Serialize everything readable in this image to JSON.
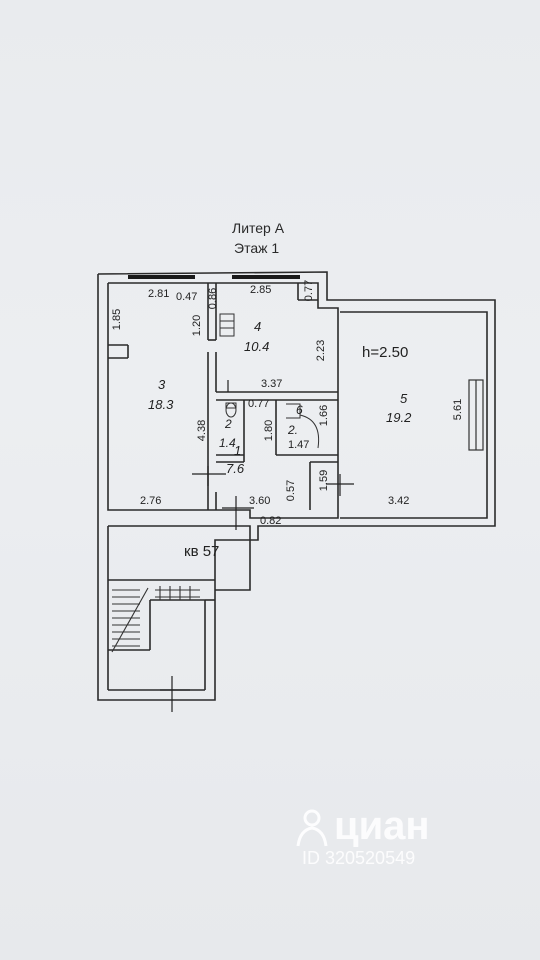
{
  "header": {
    "line1": "Литер А",
    "line2": "Этаж 1"
  },
  "ceiling_height": "h=2.50",
  "rooms": [
    {
      "number": "3",
      "area": "18.3"
    },
    {
      "number": "4",
      "area": "10.4"
    },
    {
      "number": "5",
      "area": "19.2"
    },
    {
      "number": "1",
      "area": "7.6"
    },
    {
      "number": "2",
      "area": "1.4"
    },
    {
      "number": "6",
      "area": "2."
    }
  ],
  "dimensions": {
    "d281": "2.81",
    "d047": "0.47",
    "d086": "0.86",
    "d285": "2.85",
    "d077a": "0.77",
    "d185": "1.85",
    "d120": "1.20",
    "d223": "2.23",
    "d337": "3.37",
    "d077b": "0.77",
    "d180": "1.80",
    "d166": "1.66",
    "d147": "1.47",
    "d438": "4.38",
    "d561": "5.61",
    "d057": "0.57",
    "d159": "1.59",
    "d276": "2.76",
    "d360": "3.60",
    "d342": "3.42",
    "d082": "0.82"
  },
  "apartment_label": "кв 57",
  "watermark": {
    "brand": "циан",
    "id": "ID 320520549"
  }
}
